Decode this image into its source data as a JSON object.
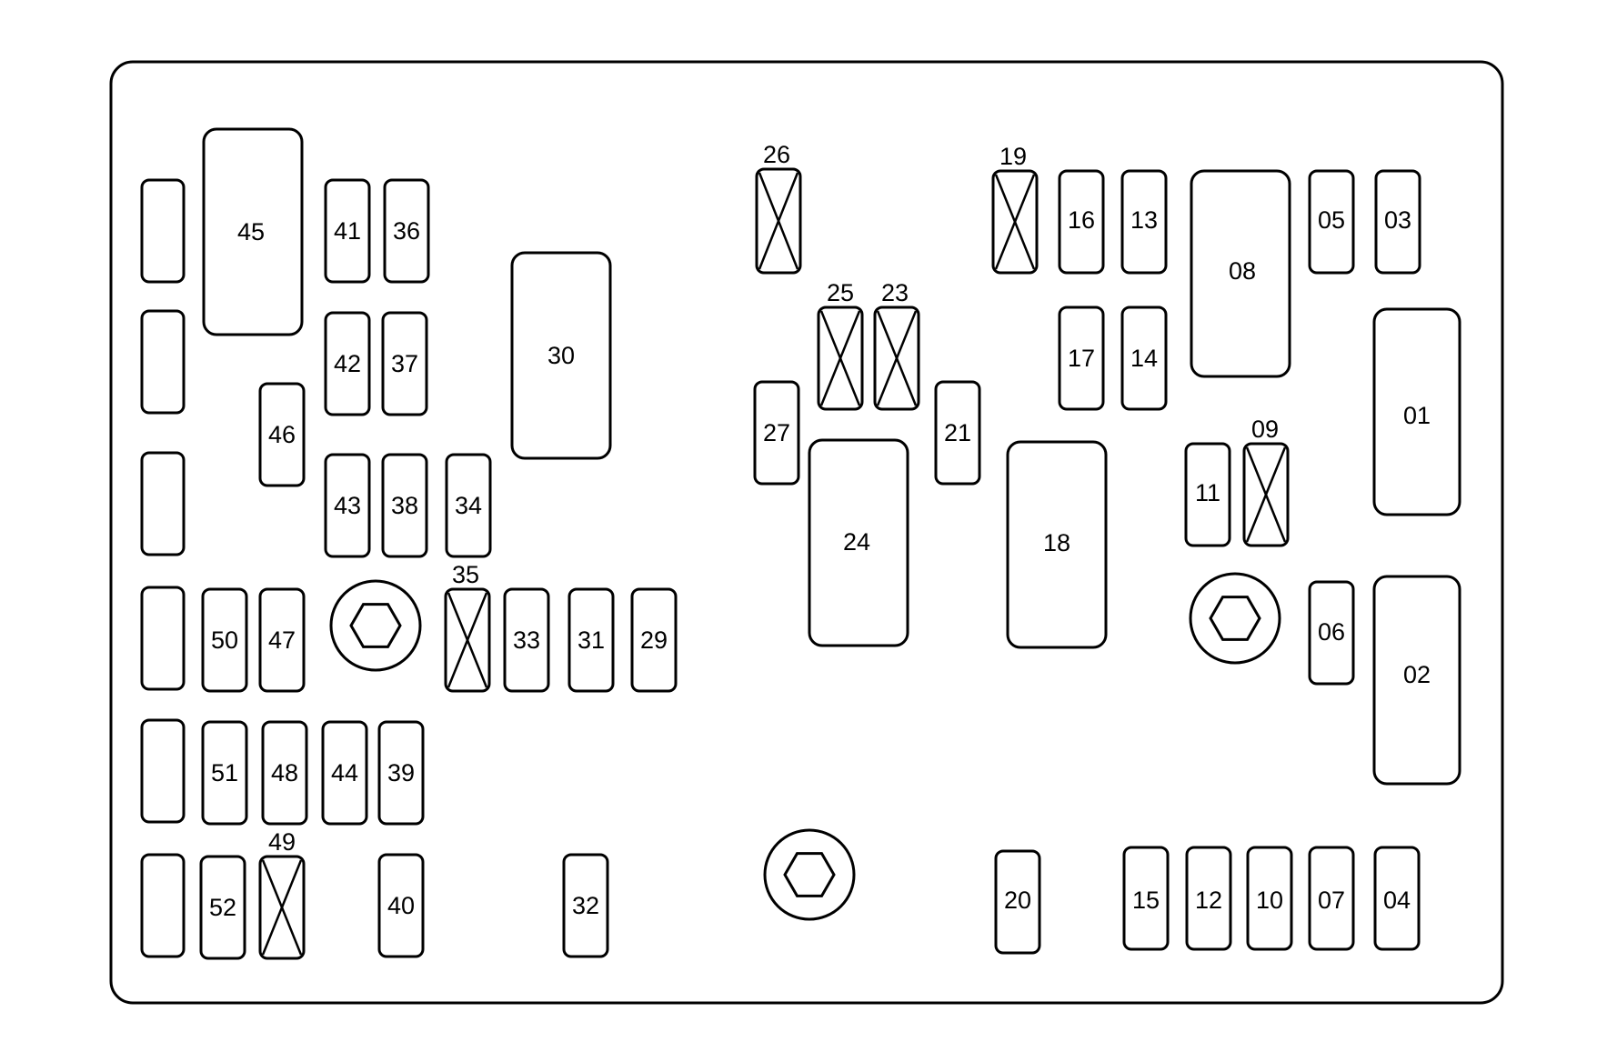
{
  "diagram": {
    "labels": {
      "l45": "45",
      "l41": "41",
      "l36": "36",
      "l42": "42",
      "l37": "37",
      "l46": "46",
      "l43": "43",
      "l38": "38",
      "l34": "34",
      "l30": "30",
      "l50": "50",
      "l47": "47",
      "l35": "35",
      "l33": "33",
      "l31": "31",
      "l29": "29",
      "l51": "51",
      "l48": "48",
      "l44": "44",
      "l39": "39",
      "l49": "49",
      "l52": "52",
      "l40": "40",
      "l32": "32",
      "l26": "26",
      "l25": "25",
      "l23": "23",
      "l27": "27",
      "l21": "21",
      "l24": "24",
      "l19": "19",
      "l16": "16",
      "l13": "13",
      "l17": "17",
      "l14": "14",
      "l08": "08",
      "l18": "18",
      "l05": "05",
      "l03": "03",
      "l01": "01",
      "l11": "11",
      "l09": "09",
      "l06": "06",
      "l02": "02",
      "l20": "20",
      "l15": "15",
      "l12": "12",
      "l10": "10",
      "l07": "07",
      "l04": "04"
    }
  }
}
